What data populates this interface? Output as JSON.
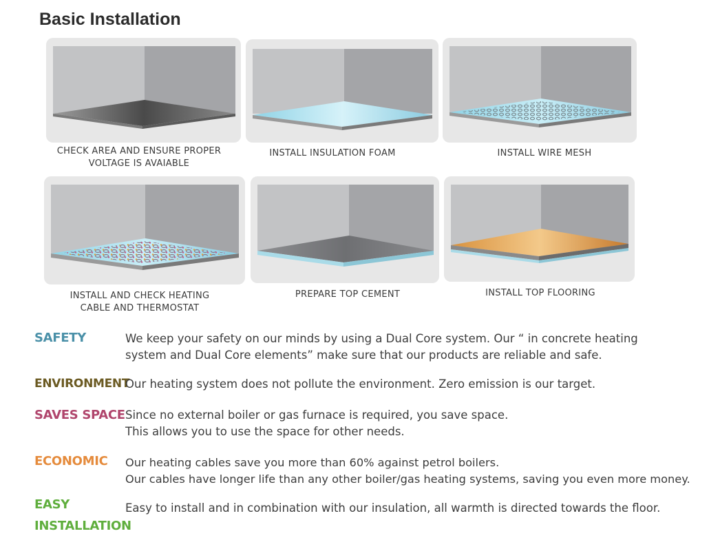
{
  "title": "Basic Installation",
  "steps": [
    {
      "caption_lines": [
        "CHECK AREA AND ENSURE PROPER",
        "VOLTAGE IS AVAIABLE"
      ]
    },
    {
      "caption_lines": [
        "INSTALL INSULATION FOAM"
      ]
    },
    {
      "caption_lines": [
        "INSTALL WIRE MESH"
      ]
    },
    {
      "caption_lines": [
        "INSTALL AND CHECK HEATING",
        "CABLE AND THERMOSTAT"
      ]
    },
    {
      "caption_lines": [
        "PREPARE TOP CEMENT"
      ]
    },
    {
      "caption_lines": [
        "INSTALL TOP FLOORING"
      ]
    }
  ],
  "features": [
    {
      "label_lines": [
        "SAFETY"
      ],
      "color": "#4a90a8",
      "text_lines": [
        "We keep your safety on our minds by using a Dual Core system. Our  “ in  concrete heating",
        "system and Dual Core elements”  make sure that our products are reliable and safe."
      ]
    },
    {
      "label_lines": [
        "ENVIRONMENT"
      ],
      "color": "#6b5a22",
      "text_lines": [
        "Our heating system does not pollute the environment.  Zero emission is our target."
      ]
    },
    {
      "label_lines": [
        "SAVES SPACE"
      ],
      "color": "#b0456c",
      "text_lines": [
        "Since no external boiler or gas furnace is required, you save space.",
        "This allows you to use the space for other needs."
      ]
    },
    {
      "label_lines": [
        "ECONOMIC"
      ],
      "color": "#e58b3c",
      "text_lines": [
        "Our heating cables save you more than 60% against petrol boilers.",
        "Our cables have longer life than any other boiler/gas heating systems, saving you even more money."
      ]
    },
    {
      "label_lines": [
        "EASY",
        "INSTALLATION"
      ],
      "color": "#5fae3d",
      "text_lines": [
        "Easy to install and in combination with our insulation,  all warmth is directed towards the floor."
      ]
    }
  ]
}
